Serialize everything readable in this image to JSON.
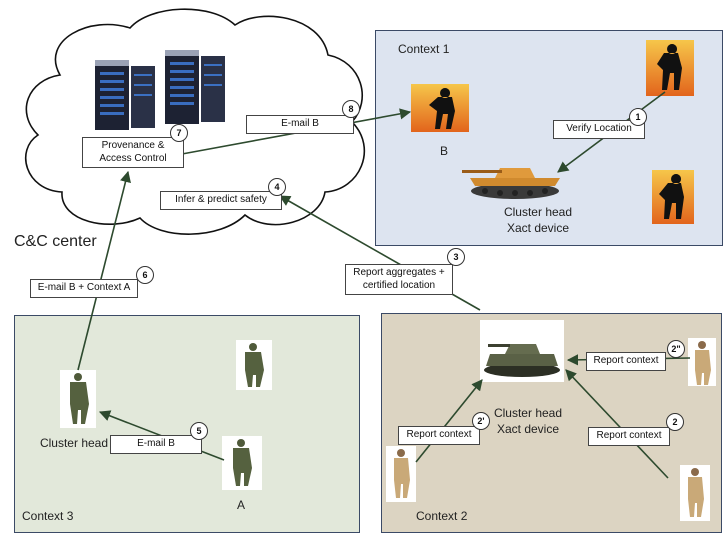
{
  "command_center": {
    "label": "C&C center"
  },
  "contexts": {
    "context1": "Context 1",
    "context2": "Context 2",
    "context3": "Context 3"
  },
  "nodes": {
    "b_label": "B",
    "a_label": "A",
    "cluster_head_1_line1": "Cluster head",
    "cluster_head_1_line2": "Xact device",
    "cluster_head_2_line1": "Cluster head",
    "cluster_head_2_line2": "Xact device",
    "cluster_head_3": "Cluster head"
  },
  "messages": {
    "m1": {
      "num": "1",
      "text": "Verify Location"
    },
    "m2": {
      "num": "2",
      "text": "Report context"
    },
    "m2a": {
      "num": "2'",
      "text": "Report context"
    },
    "m2b": {
      "num": "2\"",
      "text": "Report context"
    },
    "m3_line1": "Report aggregates +",
    "m3_line2": "certified location",
    "m3_num": "3",
    "m4": {
      "num": "4",
      "text": "Infer & predict safety"
    },
    "m5": {
      "num": "5",
      "text": "E-mail B"
    },
    "m6": {
      "num": "6",
      "text": "E-mail B + Context A"
    },
    "m7_line1": "Provenance &",
    "m7_line2": "Access Control",
    "m7_num": "7",
    "m8": {
      "num": "8",
      "text": "E-mail B"
    }
  },
  "colors": {
    "context1_bg": "#dde4f0",
    "context2_bg": "#dcd4c2",
    "context3_bg": "#e2e8da",
    "arrow": "#2d4a2e",
    "border": "#3b4a66"
  }
}
